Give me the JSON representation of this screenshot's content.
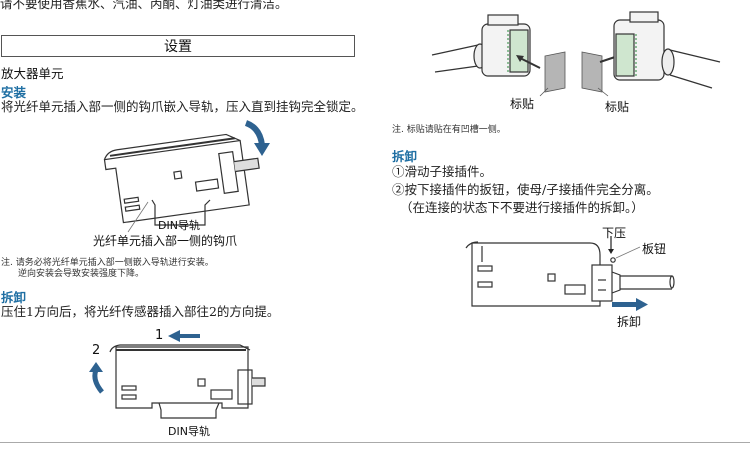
{
  "top_note": "请不要使用香蕉水、汽油、丙酮、灯油类进行清洁。",
  "section_title": "设置",
  "subsection_title": "放大器单元",
  "install": {
    "heading": "安装",
    "instruction": "将光纤单元插入部一侧的钩爪嵌入导轨，压入直到挂钩完全锁定。",
    "fig_labels": {
      "din_rail": "DIN导轨",
      "hook": "光纤单元插入部一侧的钩爪"
    },
    "note_line1": "注. 请务必将光纤单元插入部一侧嵌入导轨进行安装。",
    "note_line2": "逆向安装会导致安装强度下降。"
  },
  "remove_left": {
    "heading": "拆卸",
    "instruction": "压住1方向后，将光纤传感器插入部往2的方向提。",
    "fig_labels": {
      "step1": "1",
      "step2": "2",
      "din_rail": "DIN导轨"
    }
  },
  "connector_figure": {
    "label_left": "标贴",
    "label_right": "标贴",
    "note": "注. 标贴请贴在有凹槽一侧。"
  },
  "remove_right": {
    "heading": "拆卸",
    "step1": "①滑动子接插件。",
    "step2": "②按下接插件的扳钮，使母/子接插件完全分离。",
    "step2_note": "（在连接的状态下不要进行接插件的拆卸。）",
    "fig_labels": {
      "press_down": "下压",
      "lever": "板钮",
      "remove": "拆卸"
    }
  },
  "colors": {
    "accent_blue": "#1f6fa3",
    "arrow_blue": "#2e6290",
    "connector_green": "#cfe6cf",
    "label_gray": "#b5b5b5"
  }
}
